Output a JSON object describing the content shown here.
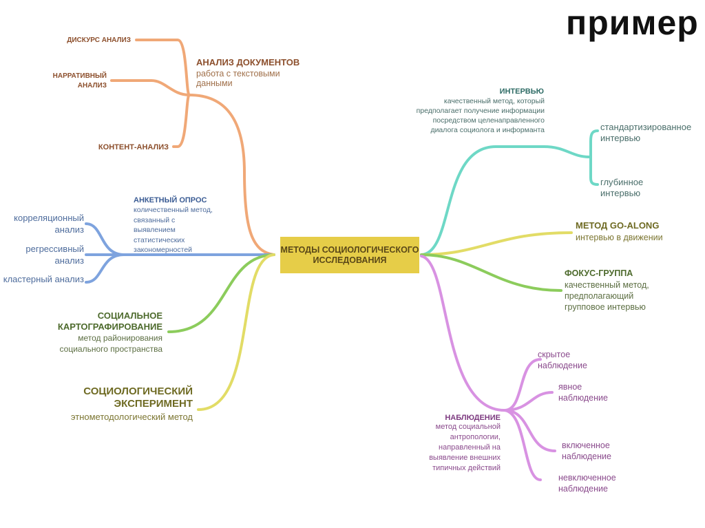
{
  "title": "пример",
  "center": "МЕТОДЫ СОЦИОЛОГИЧЕСКОГО ИССЛЕДОВАНИЯ",
  "colors": {
    "orange": "#f0a877",
    "blue": "#7ea3de",
    "green": "#8ccc5c",
    "yellow": "#e2dc66",
    "teal": "#6ed8c6",
    "purple": "#d892e2",
    "center": "#e6cd48"
  },
  "branches": {
    "documents": {
      "title": "АНАЛИЗ ДОКУМЕНТОВ",
      "desc": "работа с текстовыми данными",
      "children": [
        "ДИСКУРС АНАЛИЗ",
        "НАРРАТИВНЫЙ АНАЛИЗ",
        "КОНТЕНТ-АНАЛИЗ"
      ]
    },
    "survey": {
      "title": "АНКЕТНЫЙ ОПРОС",
      "desc": "количественный метод, связанный с выявлением статистических закономерностей",
      "children": [
        "корреляционный анализ",
        "регрессивный анализ",
        "кластерный анализ"
      ]
    },
    "mapping": {
      "title": "СОЦИАЛЬНОЕ КАРТОГРАФИРОВАНИЕ",
      "desc": "метод районирования социального пространства"
    },
    "experiment": {
      "title": "СОЦИОЛОГИЧЕСКИЙ ЭКСПЕРИМЕНТ",
      "desc": "этнометодологический метод"
    },
    "interview": {
      "title": "ИНТЕРВЬЮ",
      "desc": "качественный метод, который предполагает получение информации посредством целенаправленного диалога социолога и информанта",
      "children": [
        "стандартизированное интервью",
        "глубинное интервью"
      ]
    },
    "goalong": {
      "title": "МЕТОД GO-ALONG",
      "desc": "интервью в движении"
    },
    "focus": {
      "title": "ФОКУС-ГРУППА",
      "desc": "качественный метод, предполагающий групповое интервью"
    },
    "observation": {
      "title": "НАБЛЮДЕНИЕ",
      "desc": "метод социальной антропологии, направленный на выявление внешних типичных действий",
      "children": [
        "скрытое наблюдение",
        "явное наблюдение",
        "включенное наблюдение",
        "невключенное наблюдение"
      ]
    }
  }
}
